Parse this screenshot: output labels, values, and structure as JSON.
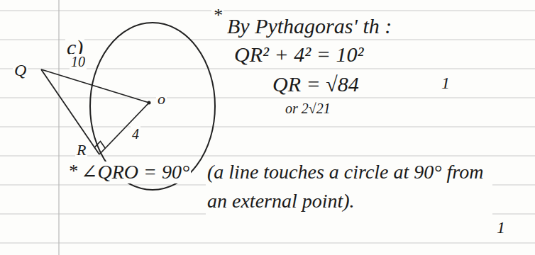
{
  "diagram": {
    "labels": [
      "c)",
      "Q",
      "10",
      "o",
      "4",
      "R",
      "*",
      "By Pythagoras' th :",
      "QR² + 4² = 10²",
      "QR = √84",
      "or 2√21",
      "1",
      "*",
      "∠QRO = 90°",
      "(a line touches a circle at 90° from an external point).",
      "1"
    ]
  }
}
